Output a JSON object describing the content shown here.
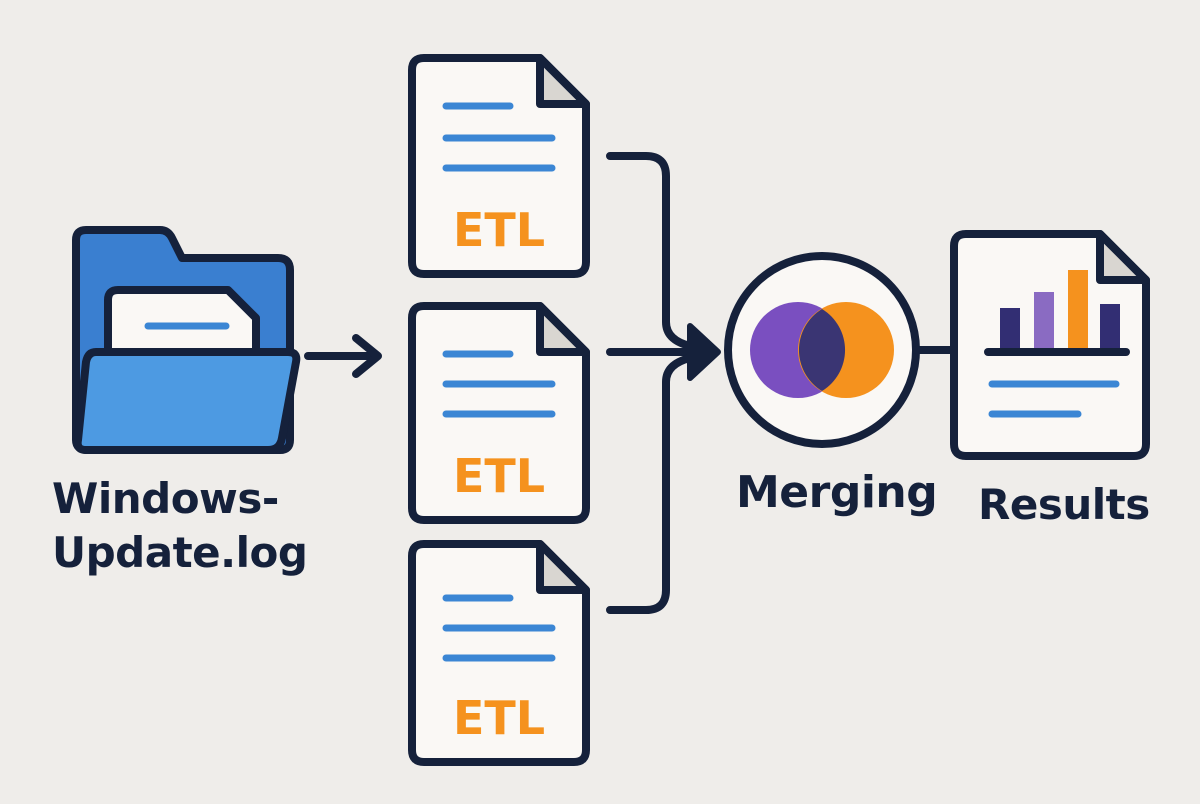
{
  "diagram": {
    "source": {
      "label_line1": "Windows-",
      "label_line2": "Update.log"
    },
    "etl_files": [
      {
        "label": "ETL"
      },
      {
        "label": "ETL"
      },
      {
        "label": "ETL"
      }
    ],
    "merge": {
      "label": "Merging"
    },
    "results": {
      "label": "Results"
    }
  },
  "icons": {
    "source": "folder-icon",
    "etl": "document-icon",
    "merge": "venn-merge-icon",
    "results": "report-bar-chart-icon"
  },
  "colors": {
    "background": "#efedea",
    "outline": "#15213b",
    "folder_blue": "#3a7fd0",
    "folder_front": "#4d9ae2",
    "line_blue": "#3b86d4",
    "etl_orange": "#f5921e",
    "venn_purple": "#7a4fc0",
    "venn_orange": "#f5921e",
    "venn_overlap": "#3a3573",
    "bar_navy": "#322e73",
    "bar_purple": "#8a6bc2",
    "bar_orange": "#f5921e"
  }
}
